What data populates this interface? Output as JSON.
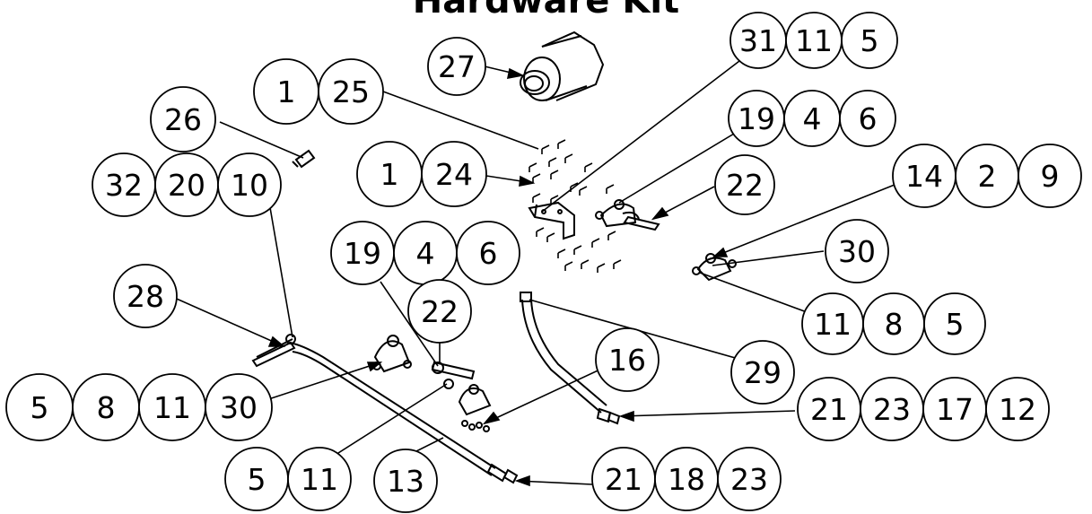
{
  "title": "Hardware Kit",
  "callout_groups": [
    {
      "id": "g-31-11-5",
      "labels": [
        "31",
        "11",
        "5"
      ]
    },
    {
      "id": "g-27",
      "labels": [
        "27"
      ]
    },
    {
      "id": "g-1-25",
      "labels": [
        "1",
        "25"
      ]
    },
    {
      "id": "g-26",
      "labels": [
        "26"
      ]
    },
    {
      "id": "g-19-4-6-a",
      "labels": [
        "19",
        "4",
        "6"
      ]
    },
    {
      "id": "g-32-20-10",
      "labels": [
        "32",
        "20",
        "10"
      ]
    },
    {
      "id": "g-1-24",
      "labels": [
        "1",
        "24"
      ]
    },
    {
      "id": "g-22-a",
      "labels": [
        "22"
      ]
    },
    {
      "id": "g-14-2-9",
      "labels": [
        "14",
        "2",
        "9"
      ]
    },
    {
      "id": "g-19-4-6-b",
      "labels": [
        "19",
        "4",
        "6"
      ]
    },
    {
      "id": "g-30",
      "labels": [
        "30"
      ]
    },
    {
      "id": "g-28",
      "labels": [
        "28"
      ]
    },
    {
      "id": "g-22-b",
      "labels": [
        "22"
      ]
    },
    {
      "id": "g-11-8-5",
      "labels": [
        "11",
        "8",
        "5"
      ]
    },
    {
      "id": "g-16",
      "labels": [
        "16"
      ]
    },
    {
      "id": "g-29",
      "labels": [
        "29"
      ]
    },
    {
      "id": "g-5-8-11-30",
      "labels": [
        "5",
        "8",
        "11",
        "30"
      ]
    },
    {
      "id": "g-21-23-17-12",
      "labels": [
        "21",
        "23",
        "17",
        "12"
      ]
    },
    {
      "id": "g-5-11",
      "labels": [
        "5",
        "11"
      ]
    },
    {
      "id": "g-13",
      "labels": [
        "13"
      ]
    },
    {
      "id": "g-21-18-23",
      "labels": [
        "21",
        "18",
        "23"
      ]
    }
  ]
}
